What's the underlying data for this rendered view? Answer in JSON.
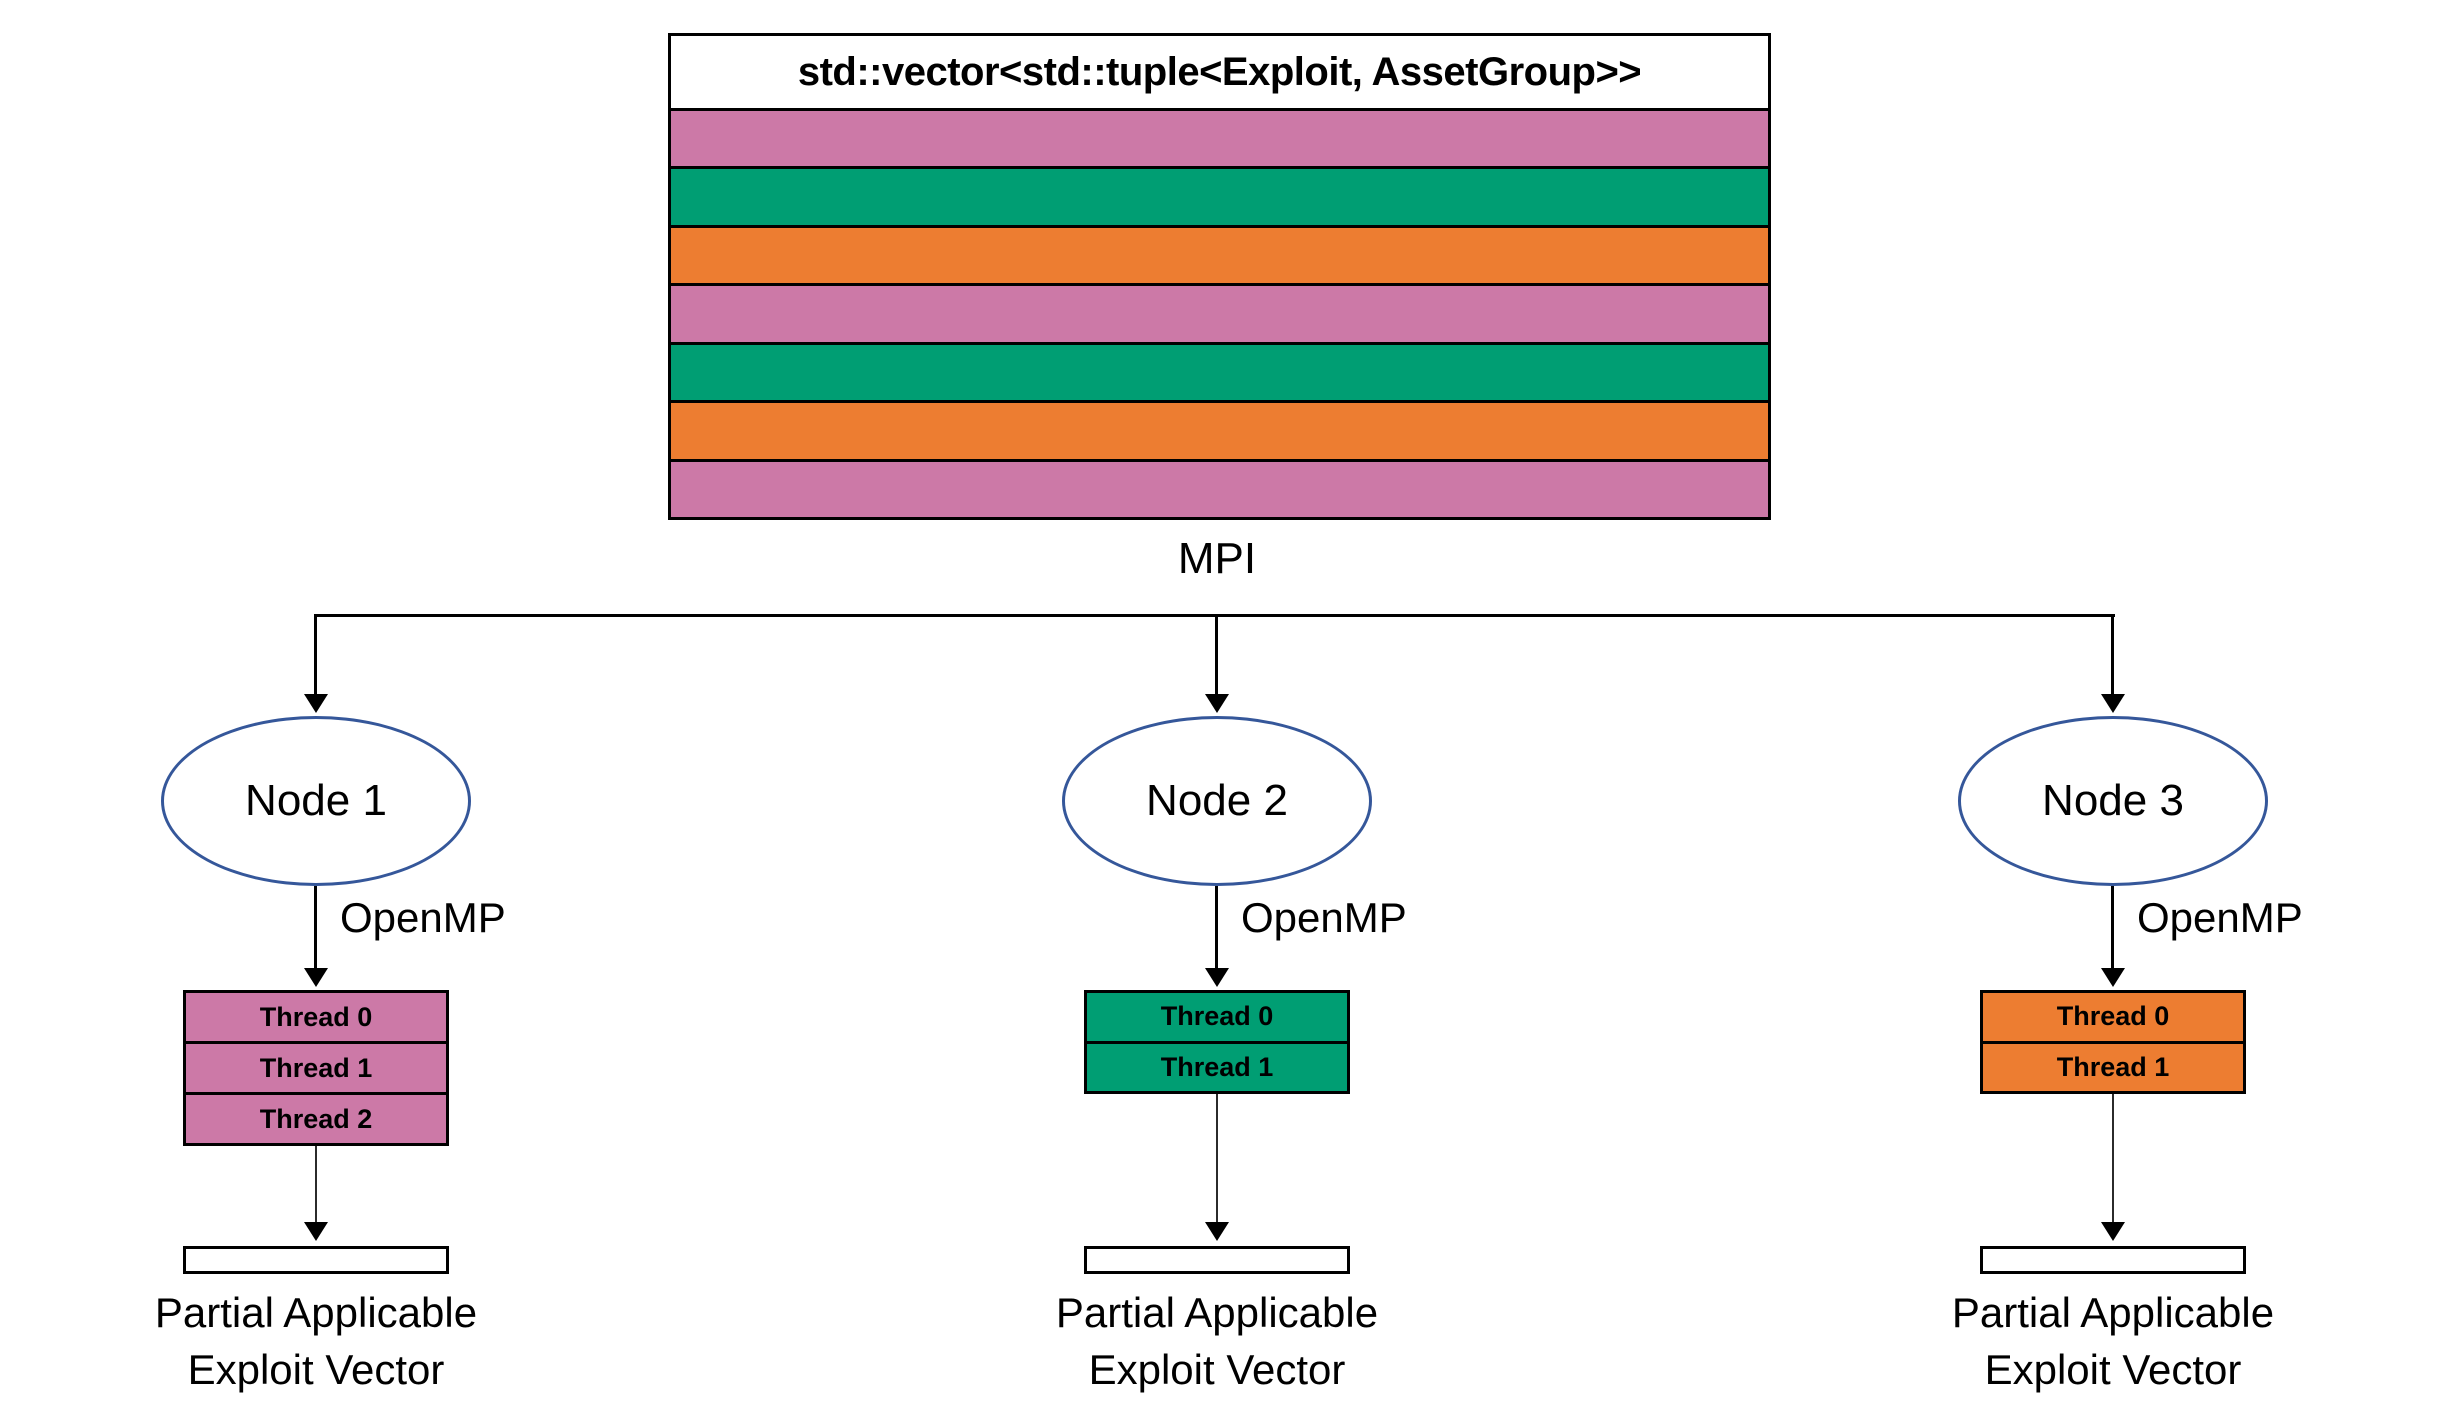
{
  "vector_box": {
    "title": "std::vector<std::tuple<Exploit, AssetGroup>>",
    "stripes": [
      "pink",
      "green",
      "orange",
      "pink",
      "green",
      "orange",
      "pink"
    ]
  },
  "mpi_label": "MPI",
  "colors": {
    "pink": "#CC79A7",
    "green": "#009E73",
    "orange": "#ED7D31",
    "ellipse_stroke": "#35579A",
    "line": "#000000"
  },
  "columns": [
    {
      "node_label": "Node 1",
      "openmp_label": "OpenMP",
      "color": "pink",
      "threads": [
        "Thread 0",
        "Thread 1",
        "Thread 2"
      ],
      "output_line1": "Partial Applicable",
      "output_line2": "Exploit Vector"
    },
    {
      "node_label": "Node 2",
      "openmp_label": "OpenMP",
      "color": "green",
      "threads": [
        "Thread 0",
        "Thread 1"
      ],
      "output_line1": "Partial Applicable",
      "output_line2": "Exploit Vector"
    },
    {
      "node_label": "Node 3",
      "openmp_label": "OpenMP",
      "color": "orange",
      "threads": [
        "Thread 0",
        "Thread 1"
      ],
      "output_line1": "Partial Applicable",
      "output_line2": "Exploit Vector"
    }
  ]
}
